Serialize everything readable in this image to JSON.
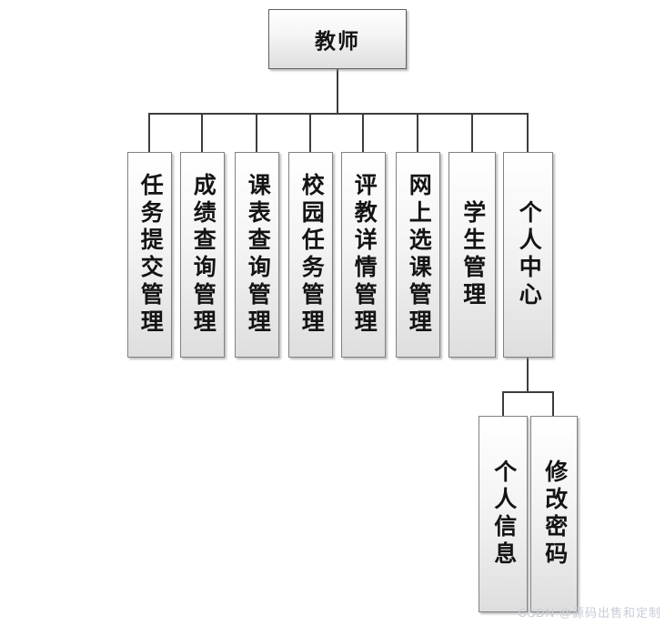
{
  "diagram": {
    "root": {
      "label": "教师"
    },
    "children": [
      {
        "label": "任务提交管理"
      },
      {
        "label": "成绩查询管理"
      },
      {
        "label": "课表查询管理"
      },
      {
        "label": "校园任务管理"
      },
      {
        "label": "评教详情管理"
      },
      {
        "label": "网上选课管理"
      },
      {
        "label": "学生管理"
      },
      {
        "label": "个人中心",
        "children": [
          {
            "label": "个人信息"
          },
          {
            "label": "修改密码"
          }
        ]
      }
    ]
  },
  "watermark": "CSDN @源码出售和定制",
  "colors": {
    "line": "#3d3d3d",
    "box_border": "#828282",
    "box_gradient_top": "#ffffff",
    "box_gradient_bottom": "#dedede",
    "text": "#141414",
    "watermark": "#c9ccd8",
    "background": "#ffffff"
  }
}
